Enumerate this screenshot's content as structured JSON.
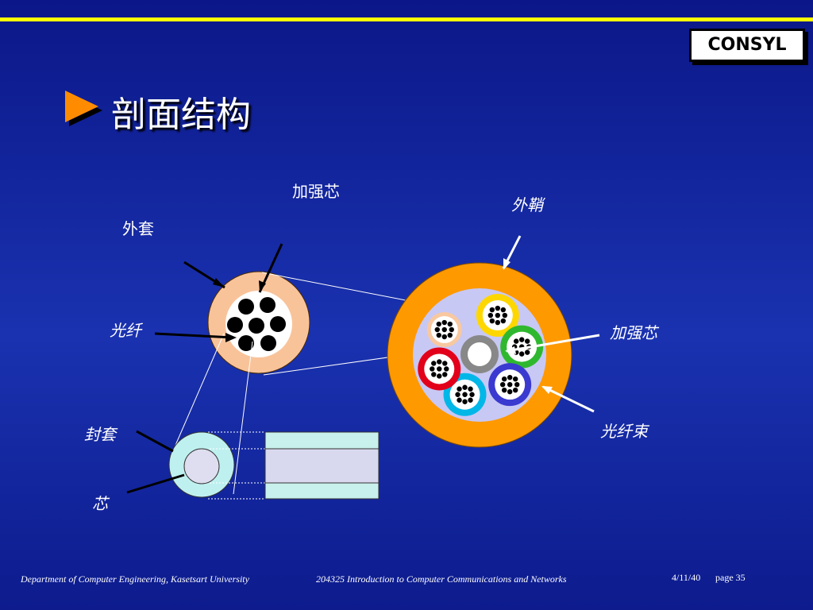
{
  "header": {
    "logo": "CONSYL",
    "title": "剖面结构"
  },
  "labels": {
    "strength_core_top": "加强芯",
    "outer_jacket": "外套",
    "outer_sheath": "外鞘",
    "fiber": "光纤",
    "strength_core_right": "加强芯",
    "sheath": "封套",
    "fiber_bundle": "光纤束",
    "core": "芯"
  },
  "footer": {
    "dept": "Department of Computer Engineering, Kasetsart University",
    "course": "204325 Introduction to Computer Communications and Networks",
    "date": "4/11/40",
    "page": "page 35"
  },
  "colors": {
    "background": "#0c1a8c",
    "accent_line": "#ffff00",
    "bundle_colors": [
      "#ffd700",
      "#2fb82f",
      "#3a3ad0",
      "#00b7e8",
      "#e2001a",
      "#f8c8a0"
    ]
  }
}
